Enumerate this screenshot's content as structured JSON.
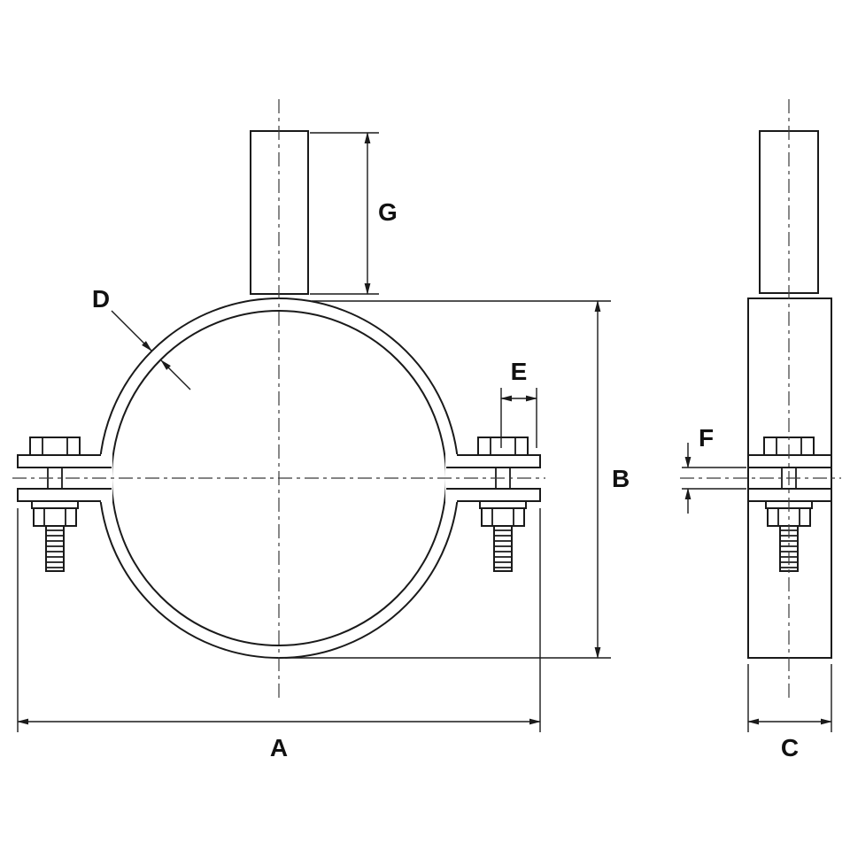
{
  "drawing": {
    "background": "#ffffff",
    "line_color": "#1a1a1a",
    "dimension_labels": {
      "a": "A",
      "b": "B",
      "c": "C",
      "d": "D",
      "e": "E",
      "f": "F",
      "g": "G"
    }
  }
}
